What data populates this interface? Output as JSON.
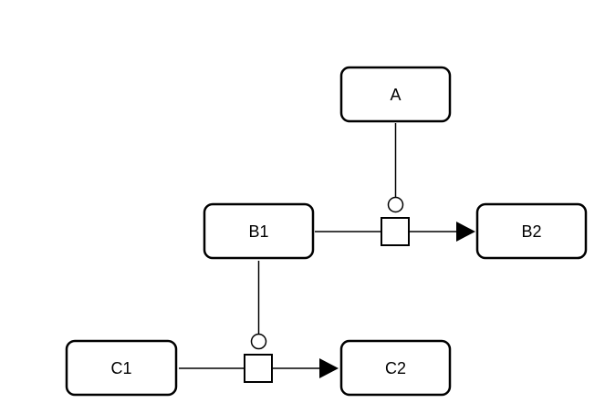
{
  "diagram": {
    "nodes": {
      "a": {
        "label": "A"
      },
      "b1": {
        "label": "B1"
      },
      "b2": {
        "label": "B2"
      },
      "c1": {
        "label": "C1"
      },
      "c2": {
        "label": "C2"
      }
    },
    "connectors": [
      {
        "from": "b1",
        "to": "b2",
        "control": "a"
      },
      {
        "from": "c1",
        "to": "c2",
        "control": "b1"
      }
    ],
    "colors": {
      "stroke": "#000000",
      "fill": "#ffffff"
    }
  }
}
